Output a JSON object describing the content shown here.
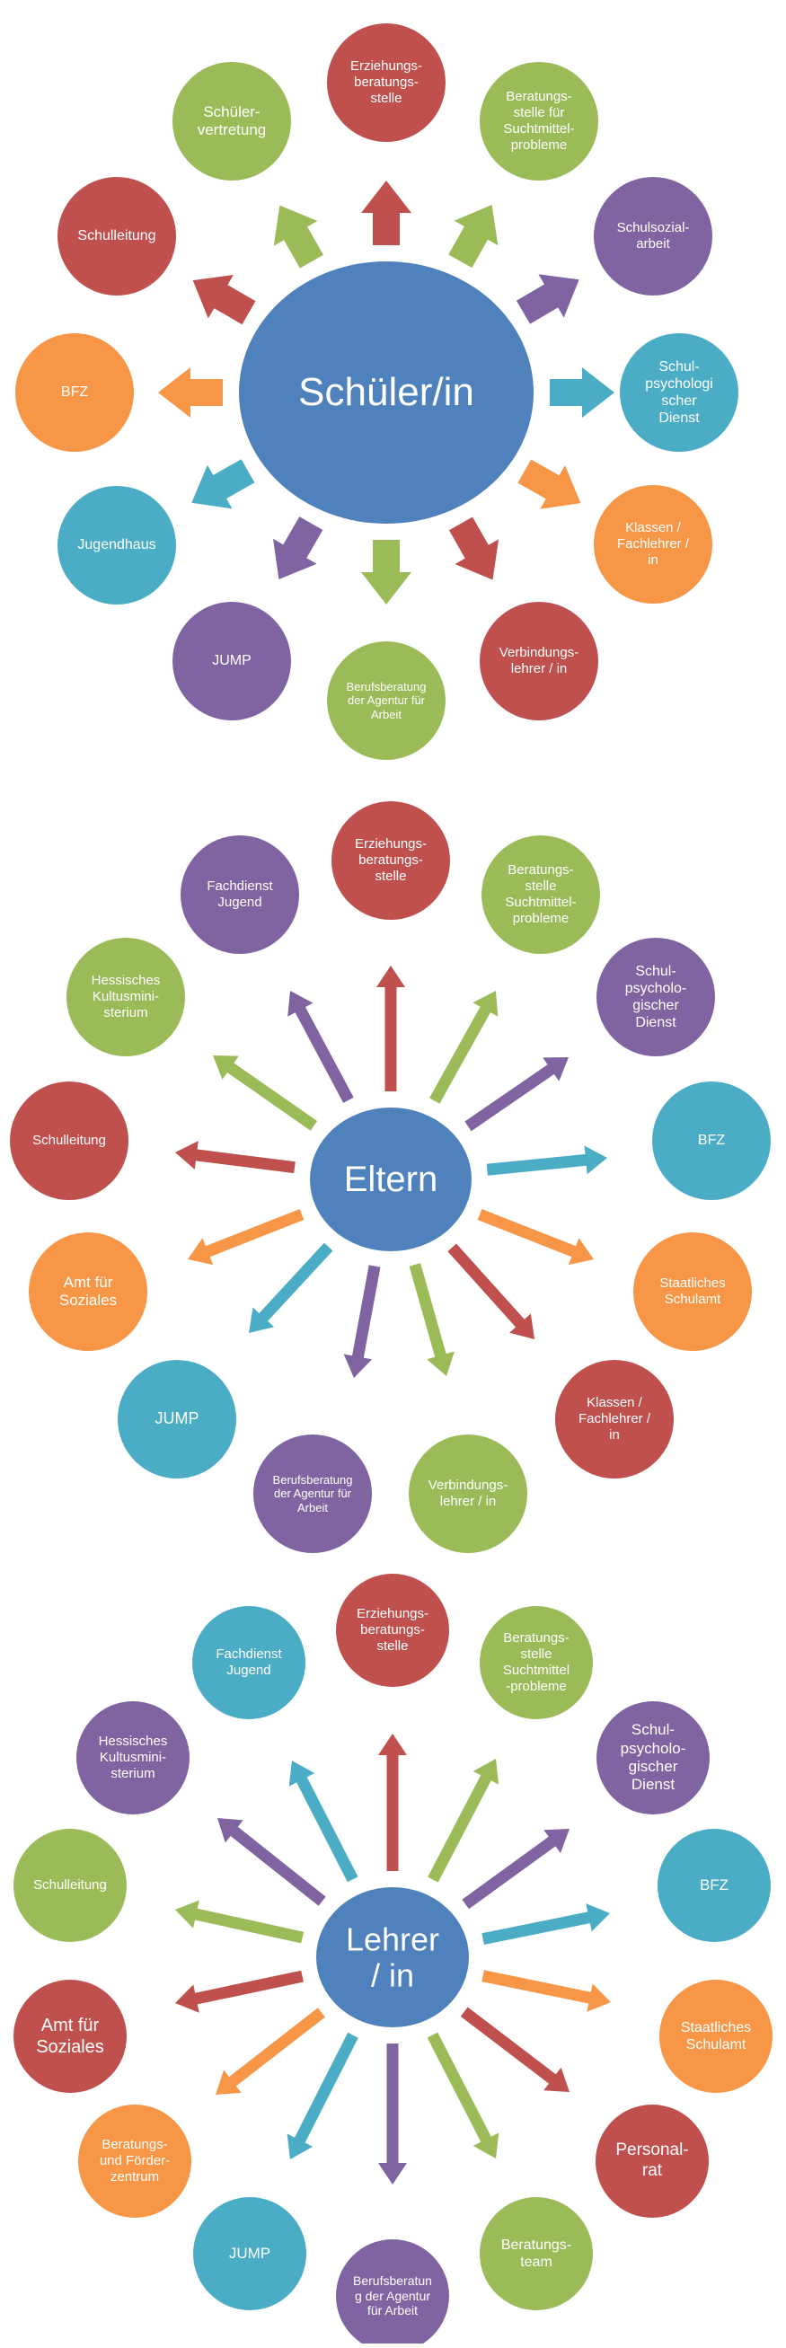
{
  "colors": {
    "blue": "#4f81bd",
    "red": "#c0504d",
    "green": "#9bbb59",
    "purple": "#8064a2",
    "teal": "#4bacc6",
    "orange": "#f79646"
  },
  "diagrams": [
    {
      "hub": {
        "label": "Schüler/in",
        "color": "blue"
      },
      "nodes": [
        {
          "label": "Erziehungs-\nberatungs-\nstelle",
          "color": "red"
        },
        {
          "label": "Beratungs-\nstelle für\nSuchtmittel-\nprobleme",
          "color": "green"
        },
        {
          "label": "Schulsozial-\narbeit",
          "color": "purple"
        },
        {
          "label": "Schul-\npsychologi\nscher\nDienst",
          "color": "teal"
        },
        {
          "label": "Klassen /\nFachlehrer /\nin",
          "color": "orange"
        },
        {
          "label": "Verbindungs-\nlehrer / in",
          "color": "red"
        },
        {
          "label": "Berufsberatung\nder Agentur für\nArbeit",
          "color": "green"
        },
        {
          "label": "JUMP",
          "color": "purple"
        },
        {
          "label": "Jugendhaus",
          "color": "teal"
        },
        {
          "label": "BFZ",
          "color": "orange"
        },
        {
          "label": "Schulleitung",
          "color": "red"
        },
        {
          "label": "Schüler-\nvertretung",
          "color": "green"
        }
      ]
    },
    {
      "hub": {
        "label": "Eltern",
        "color": "blue"
      },
      "nodes": [
        {
          "label": "Erziehungs-\nberatungs-\nstelle",
          "color": "red"
        },
        {
          "label": "Beratungs-\nstelle\nSuchtmittel-\nprobleme",
          "color": "green"
        },
        {
          "label": "Schul-\npsycholo-\ngischer\nDienst",
          "color": "purple"
        },
        {
          "label": "BFZ",
          "color": "teal"
        },
        {
          "label": "Staatliches\nSchulamt",
          "color": "orange"
        },
        {
          "label": "Klassen /\nFachlehrer /\nin",
          "color": "red"
        },
        {
          "label": "Verbindungs-\nlehrer / in",
          "color": "green"
        },
        {
          "label": "Berufsberatung\nder Agentur für\nArbeit",
          "color": "purple"
        },
        {
          "label": "JUMP",
          "color": "teal"
        },
        {
          "label": "Amt für\nSoziales",
          "color": "orange"
        },
        {
          "label": "Schulleitung",
          "color": "red"
        },
        {
          "label": "Hessisches\nKultusmini-\nsterium",
          "color": "green"
        },
        {
          "label": "Fachdienst\nJugend",
          "color": "purple"
        }
      ]
    },
    {
      "hub": {
        "label": "Lehrer\n/ in",
        "color": "blue"
      },
      "nodes": [
        {
          "label": "Erziehungs-\nberatungs-\nstelle",
          "color": "red"
        },
        {
          "label": "Beratungs-\nstelle\nSuchtmittel\n-probleme",
          "color": "green"
        },
        {
          "label": "Schul-\npsycholo-\ngischer\nDienst",
          "color": "purple"
        },
        {
          "label": "BFZ",
          "color": "teal"
        },
        {
          "label": "Staatliches\nSchulamt",
          "color": "orange"
        },
        {
          "label": "Personal-\nrat",
          "color": "red"
        },
        {
          "label": "Beratungs-\nteam",
          "color": "green"
        },
        {
          "label": "Berufsberatun\ng der Agentur\nfür Arbeit",
          "color": "purple"
        },
        {
          "label": "JUMP",
          "color": "teal"
        },
        {
          "label": "Beratungs-\nund Förder-\nzentrum",
          "color": "orange"
        },
        {
          "label": "Amt für\nSoziales",
          "color": "red"
        },
        {
          "label": "Schulleitung",
          "color": "green"
        },
        {
          "label": "Hessisches\nKultusmini-\nsterium",
          "color": "purple"
        },
        {
          "label": "Fachdienst\nJugend",
          "color": "teal"
        }
      ]
    }
  ]
}
